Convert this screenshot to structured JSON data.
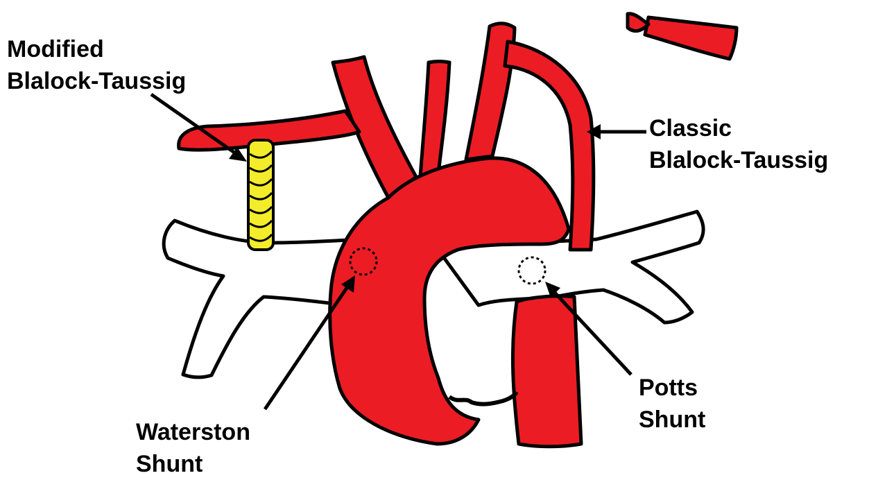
{
  "labels": {
    "modified_bt": {
      "line1": "Modified",
      "line2": "Blalock-Taussig"
    },
    "classic_bt": {
      "line1": "Classic",
      "line2": "Blalock-Taussig"
    },
    "waterston": {
      "line1": "Waterston",
      "line2": "Shunt"
    },
    "potts": {
      "line1": "Potts",
      "line2": "Shunt"
    }
  },
  "colors": {
    "vessel_red": "#ec1c24",
    "graft_yellow": "#f3ec2a",
    "outline": "#000000",
    "pulmonary_fill": "#ffffff"
  }
}
